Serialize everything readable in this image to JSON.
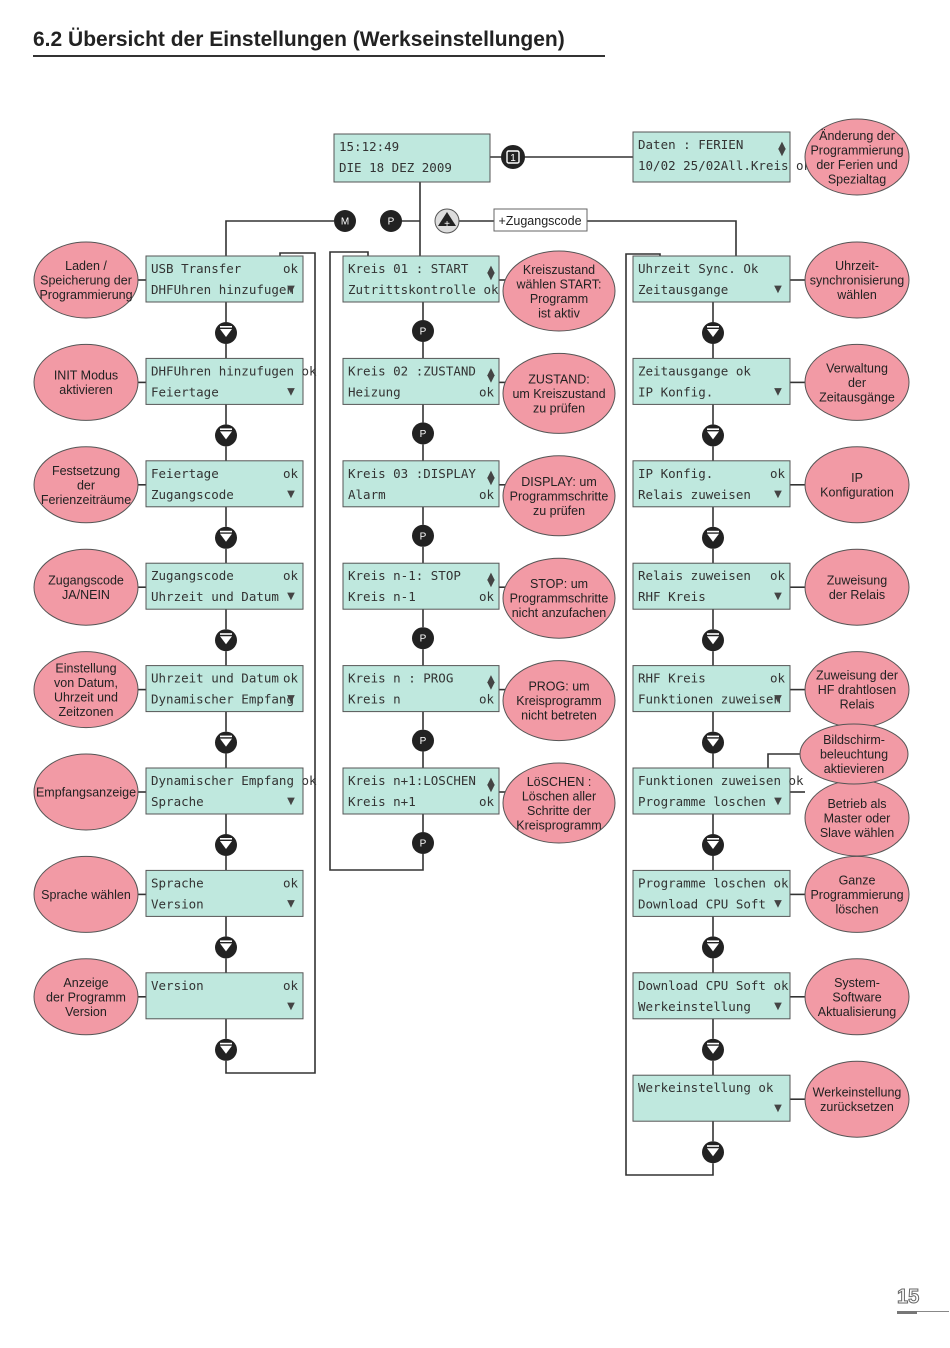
{
  "title": "6.2 Übersicht der Einstellungen (Werkseinstellungen)",
  "page_number": "15",
  "icons": {
    "key_m": "M",
    "key_p": "P",
    "key_info": "info-key-icon",
    "key_plus": "plus-key-icon",
    "down_arrow": "down-arrow-icon",
    "updown": "updown-arrow-icon"
  },
  "colors": {
    "lcd": "#bfe8de",
    "bubble": "#f29aa5"
  },
  "main_display": {
    "line1": "15:12:49",
    "line2": "DIE 18 DEZ 2009"
  },
  "holiday_display": {
    "line1": "Daten :  FERIEN",
    "line2": "10/02 25/02All.Kreis ok",
    "bubble": [
      "Änderung der",
      "Programmierung",
      "der Ferien und",
      "Spezialtag"
    ]
  },
  "access_code_label": "+Zugangscode",
  "left_column": [
    {
      "line1": "USB Transfer",
      "ok1": "ok",
      "line2": "DHFUhren hinzufugen",
      "bubble": [
        "Laden /",
        "Speicherung der",
        "Programmierung"
      ]
    },
    {
      "line1": "DHFUhren hinzufugen ok",
      "ok1": "",
      "line2": "Feiertage",
      "bubble": [
        "INIT Modus",
        "aktivieren"
      ]
    },
    {
      "line1": "Feiertage",
      "ok1": "ok",
      "line2": "Zugangscode",
      "bubble": [
        "Festsetzung",
        "der",
        "Ferienzeiträume"
      ]
    },
    {
      "line1": "Zugangscode",
      "ok1": "ok",
      "line2": "Uhrzeit und Datum",
      "bubble": [
        "Zugangscode",
        "JA/NEIN"
      ]
    },
    {
      "line1": "Uhrzeit und Datum",
      "ok1": "ok",
      "line2": "Dynamischer Empfang",
      "bubble": [
        "Einstellung",
        "von Datum,",
        "Uhrzeit und",
        "Zeitzonen"
      ]
    },
    {
      "line1": "Dynamischer Empfang ok",
      "ok1": "",
      "line2": "Sprache",
      "bubble": [
        "Empfangsanzeige"
      ]
    },
    {
      "line1": "Sprache",
      "ok1": "ok",
      "line2": "Version",
      "bubble": [
        "Sprache wählen"
      ]
    },
    {
      "line1": "Version",
      "ok1": "ok",
      "line2": "",
      "bubble": [
        "Anzeige",
        "der Programm",
        "Version"
      ]
    }
  ],
  "middle_column": [
    {
      "line1": "Kreis 01 : START",
      "line2": "Zutrittskontrolle ok",
      "ok2": "",
      "bubble": [
        "Kreiszustand",
        "wählen START:",
        "Programm",
        "ist aktiv"
      ]
    },
    {
      "line1": "Kreis 02 :ZUSTAND",
      "line2": "Heizung",
      "ok2": "ok",
      "bubble": [
        "ZUSTAND:",
        "um Kreiszustand",
        "zu prüfen"
      ]
    },
    {
      "line1": "Kreis 03 :DISPLAY",
      "line2": "Alarm",
      "ok2": "ok",
      "bubble": [
        "DISPLAY: um",
        "Programmschritte",
        "zu prüfen"
      ]
    },
    {
      "line1": "Kreis n-1: STOP",
      "line2": "Kreis n-1",
      "ok2": "ok",
      "bubble": [
        "STOP: um",
        "Programmschritte",
        "nicht anzufachen"
      ]
    },
    {
      "line1": "Kreis n : PROG",
      "line2": "Kreis n",
      "ok2": "ok",
      "bubble": [
        "PROG: um",
        "Kreisprogramm",
        "nicht betreten"
      ]
    },
    {
      "line1": "Kreis n+1:LOSCHEN",
      "line2": "Kreis n+1",
      "ok2": "ok",
      "bubble": [
        "LöSCHEN :",
        "Löschen aller",
        "Schritte der",
        "Kreisprogramm"
      ]
    }
  ],
  "right_column": [
    {
      "line1": "Uhrzeit Sync. Ok",
      "ok1": "",
      "line2": "Zeitausgange",
      "bubble": [
        "Uhrzeit-",
        "synchronisierung",
        "wählen"
      ]
    },
    {
      "line1": "Zeitausgange ok",
      "ok1": "",
      "line2": "IP Konfig.",
      "bubble": [
        "Verwaltung",
        "der",
        "Zeitausgänge"
      ]
    },
    {
      "line1": "IP Konfig.",
      "ok1": "ok",
      "line2": "Relais zuweisen",
      "bubble": [
        "IP",
        "Konfiguration"
      ]
    },
    {
      "line1": "Relais zuweisen",
      "ok1": "ok",
      "line2": "RHF Kreis",
      "bubble": [
        "Zuweisung",
        "der Relais"
      ]
    },
    {
      "line1": "RHF Kreis",
      "ok1": "ok",
      "line2": "Funktionen zuweisen",
      "bubble": [
        "Zuweisung der",
        "HF drahtlosen",
        "Relais"
      ]
    },
    {
      "line1": "Funktionen zuweisen ok",
      "ok1": "",
      "line2": "Programme loschen",
      "bubble": [
        "Betrieb als",
        "Master oder",
        "Slave wählen"
      ],
      "bubble_extra": [
        "Bildschirm-",
        "beleuchtung",
        "aktievieren"
      ]
    },
    {
      "line1": "Programme loschen ok",
      "ok1": "",
      "line2": "Download CPU Soft",
      "bubble": [
        "Ganze",
        "Programmierung",
        "löschen"
      ]
    },
    {
      "line1": "Download CPU Soft ok",
      "ok1": "",
      "line2": "Werkeinstellung",
      "bubble": [
        "System-",
        "Software",
        "Aktualisierung"
      ]
    },
    {
      "line1": "Werkeinstellung ok",
      "ok1": "",
      "line2": "",
      "bubble": [
        "Werkeinstellung",
        "zurücksetzen"
      ]
    }
  ]
}
